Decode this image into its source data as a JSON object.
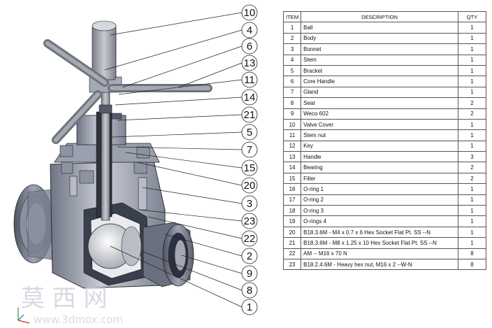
{
  "table": {
    "headers": {
      "item": "ITEM",
      "description": "DESCRIPTION",
      "qty": "QTY"
    },
    "rows": [
      {
        "item": "1",
        "description": "Ball",
        "qty": "1"
      },
      {
        "item": "2",
        "description": "Body",
        "qty": "1"
      },
      {
        "item": "3",
        "description": "Bonnet",
        "qty": "1"
      },
      {
        "item": "4",
        "description": "Stem",
        "qty": "1"
      },
      {
        "item": "5",
        "description": "Bracket",
        "qty": "1"
      },
      {
        "item": "6",
        "description": "Core Handle",
        "qty": "1"
      },
      {
        "item": "7",
        "description": "Gland",
        "qty": "1"
      },
      {
        "item": "8",
        "description": "Seat",
        "qty": "2"
      },
      {
        "item": "9",
        "description": "Weco 602",
        "qty": "2"
      },
      {
        "item": "10",
        "description": "Valve Cover",
        "qty": "1"
      },
      {
        "item": "11",
        "description": "Stem nut",
        "qty": "1"
      },
      {
        "item": "12",
        "description": "Key",
        "qty": "1"
      },
      {
        "item": "13",
        "description": "Handle",
        "qty": "3"
      },
      {
        "item": "14",
        "description": "Bearing",
        "qty": "2"
      },
      {
        "item": "15",
        "description": "Filler",
        "qty": "2"
      },
      {
        "item": "16",
        "description": "O-ring 1",
        "qty": "1"
      },
      {
        "item": "17",
        "description": "O-ring 2",
        "qty": "1"
      },
      {
        "item": "18",
        "description": "O-ring 3",
        "qty": "1"
      },
      {
        "item": "19",
        "description": "O-rings 4",
        "qty": "1"
      },
      {
        "item": "20",
        "description": "B18.3.6M - M4 x 0.7 x 6 Hex Socket Flat Pt. SS --N",
        "qty": "1"
      },
      {
        "item": "21",
        "description": "B18.3.6M - M8 x 1.25 x 10 Hex Socket Flat Pt. SS --N",
        "qty": "1"
      },
      {
        "item": "22",
        "description": "AM -- M16 x 70  N",
        "qty": "8"
      },
      {
        "item": "23",
        "description": "B18.2.4.6M - Heavy hex nut,  M16 x 2 --W-N",
        "qty": "8"
      }
    ]
  },
  "callouts": [
    "10",
    "4",
    "6",
    "13",
    "11",
    "14",
    "21",
    "5",
    "7",
    "15",
    "20",
    "3",
    "23",
    "22",
    "2",
    "9",
    "8",
    "1"
  ],
  "watermark": {
    "chinese": "莫 西 网",
    "url": "www.3dmox.com"
  },
  "colors": {
    "metal_dark": "#5a6070",
    "metal_mid": "#9aa0ae",
    "metal_light": "#d2d6de",
    "section": "#2f3340",
    "handle": "#8f939c"
  }
}
